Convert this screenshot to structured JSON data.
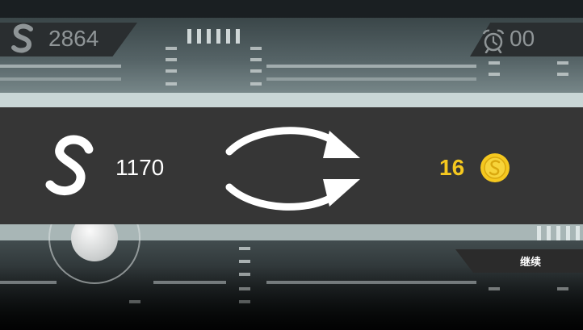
{
  "hud": {
    "score": "2864",
    "timer": "00",
    "score_icon": "s-logo-icon",
    "timer_icon": "alarm-clock-icon"
  },
  "exchange": {
    "points": "1170",
    "coins": "16",
    "points_icon": "s-logo-icon",
    "arrow_icon": "exchange-arrows-icon",
    "coin_icon": "gold-coin-icon",
    "coin_color": "#f5c81f"
  },
  "controls": {
    "continue_label": "继续",
    "joystick_icon": "virtual-joystick"
  }
}
